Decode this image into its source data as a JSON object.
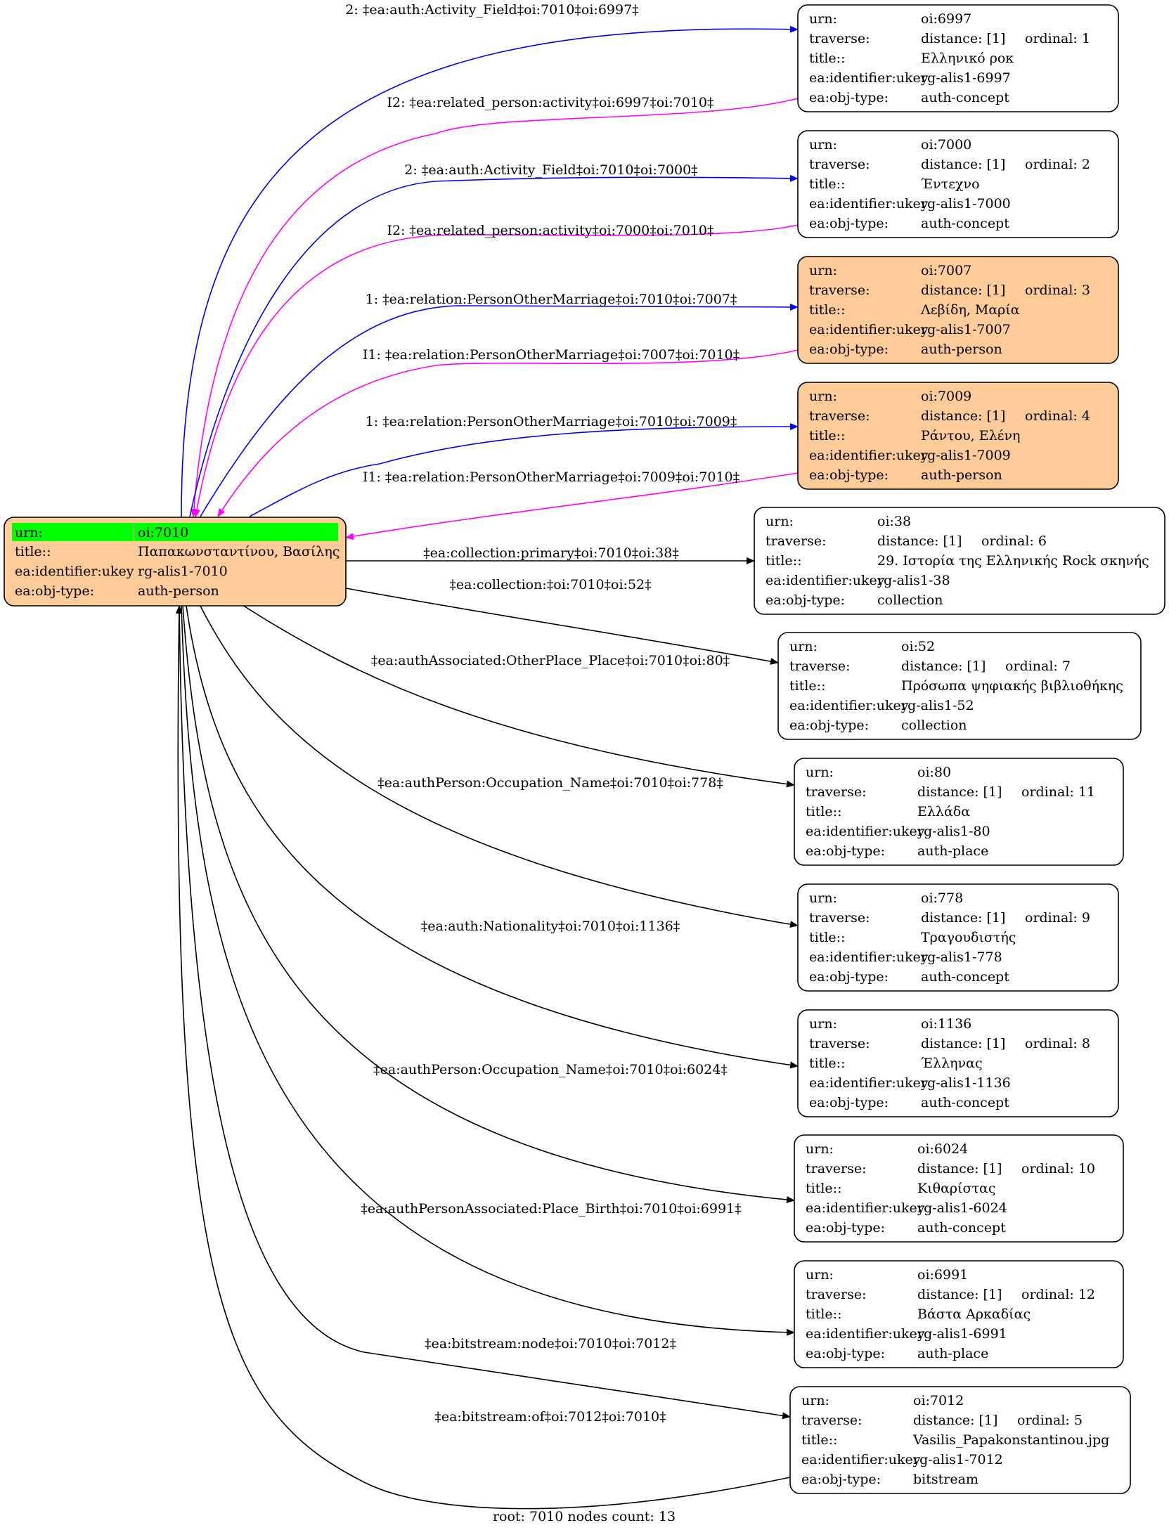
{
  "root": {
    "rows": [
      {
        "key": "urn:",
        "value": "oi:7010"
      },
      {
        "key": "title::",
        "value": "Παπακωνσταντίνου, Βασίλης"
      },
      {
        "key": "ea:identifier:ukey",
        "value": "rg-alis1-7010"
      },
      {
        "key": "ea:obj-type:",
        "value": "auth-person"
      }
    ],
    "fill": "#ffcc99",
    "highlight": "#00ff00"
  },
  "nodes": [
    {
      "id": "oi:6997",
      "distance": "distance: [1]",
      "ordinal": "ordinal: 1",
      "title": "Ελληνικό ροκ",
      "ukey": "rg-alis1-6997",
      "objtype": "auth-concept",
      "fill": "#ffffff"
    },
    {
      "id": "oi:7000",
      "distance": "distance: [1]",
      "ordinal": "ordinal: 2",
      "title": "Έντεχνο",
      "ukey": "rg-alis1-7000",
      "objtype": "auth-concept",
      "fill": "#ffffff"
    },
    {
      "id": "oi:7007",
      "distance": "distance: [1]",
      "ordinal": "ordinal: 3",
      "title": "Λεβίδη, Μαρία",
      "ukey": "rg-alis1-7007",
      "objtype": "auth-person",
      "fill": "#ffcc99"
    },
    {
      "id": "oi:7009",
      "distance": "distance: [1]",
      "ordinal": "ordinal: 4",
      "title": "Ράντου, Ελένη",
      "ukey": "rg-alis1-7009",
      "objtype": "auth-person",
      "fill": "#ffcc99"
    },
    {
      "id": "oi:38",
      "distance": "distance: [1]",
      "ordinal": "ordinal: 6",
      "title": "29. Ιστορία της Ελληνικής Rock σκηνής",
      "ukey": "rg-alis1-38",
      "objtype": "collection",
      "fill": "#ffffff"
    },
    {
      "id": "oi:52",
      "distance": "distance: [1]",
      "ordinal": "ordinal: 7",
      "title": "Πρόσωπα ψηφιακής βιβλιοθήκης",
      "ukey": "rg-alis1-52",
      "objtype": "collection",
      "fill": "#ffffff"
    },
    {
      "id": "oi:80",
      "distance": "distance: [1]",
      "ordinal": "ordinal: 11",
      "title": "Ελλάδα",
      "ukey": "rg-alis1-80",
      "objtype": "auth-place",
      "fill": "#ffffff"
    },
    {
      "id": "oi:778",
      "distance": "distance: [1]",
      "ordinal": "ordinal: 9",
      "title": "Τραγουδιστής",
      "ukey": "rg-alis1-778",
      "objtype": "auth-concept",
      "fill": "#ffffff"
    },
    {
      "id": "oi:1136",
      "distance": "distance: [1]",
      "ordinal": "ordinal: 8",
      "title": "Έλληνας",
      "ukey": "rg-alis1-1136",
      "objtype": "auth-concept",
      "fill": "#ffffff"
    },
    {
      "id": "oi:6024",
      "distance": "distance: [1]",
      "ordinal": "ordinal: 10",
      "title": "Κιθαρίστας",
      "ukey": "rg-alis1-6024",
      "objtype": "auth-concept",
      "fill": "#ffffff"
    },
    {
      "id": "oi:6991",
      "distance": "distance: [1]",
      "ordinal": "ordinal: 12",
      "title": "Βάστα Αρκαδίας",
      "ukey": "rg-alis1-6991",
      "objtype": "auth-place",
      "fill": "#ffffff"
    },
    {
      "id": "oi:7012",
      "distance": "distance: [1]",
      "ordinal": "ordinal: 5",
      "title": "Vasilis_Papakonstantinou.jpg",
      "ukey": "rg-alis1-7012",
      "objtype": "bitstream",
      "fill": "#ffffff"
    }
  ],
  "row_keys": {
    "urn": "urn:",
    "traverse": "traverse:",
    "title": "title::",
    "ukey": "ea:identifier:ukey",
    "objtype": "ea:obj-type:"
  },
  "edge_labels": [
    {
      "text": "2: ‡ea:auth:Activity_Field‡oi:7010‡oi:6997‡",
      "color": "#0000ff"
    },
    {
      "text": "I2: ‡ea:related_person:activity‡oi:6997‡oi:7010‡",
      "color": "#ff00ff"
    },
    {
      "text": "2: ‡ea:auth:Activity_Field‡oi:7010‡oi:7000‡",
      "color": "#0000ff"
    },
    {
      "text": "I2: ‡ea:related_person:activity‡oi:7000‡oi:7010‡",
      "color": "#ff00ff"
    },
    {
      "text": "1: ‡ea:relation:PersonOtherMarriage‡oi:7010‡oi:7007‡",
      "color": "#0000ff"
    },
    {
      "text": "I1: ‡ea:relation:PersonOtherMarriage‡oi:7007‡oi:7010‡",
      "color": "#ff00ff"
    },
    {
      "text": "1: ‡ea:relation:PersonOtherMarriage‡oi:7010‡oi:7009‡",
      "color": "#0000ff"
    },
    {
      "text": "I1: ‡ea:relation:PersonOtherMarriage‡oi:7009‡oi:7010‡",
      "color": "#ff00ff"
    },
    {
      "text": "‡ea:collection:primary‡oi:7010‡oi:38‡",
      "color": "#000000"
    },
    {
      "text": "‡ea:collection:‡oi:7010‡oi:52‡",
      "color": "#000000"
    },
    {
      "text": "‡ea:authAssociated:OtherPlace_Place‡oi:7010‡oi:80‡",
      "color": "#000000"
    },
    {
      "text": "‡ea:authPerson:Occupation_Name‡oi:7010‡oi:778‡",
      "color": "#000000"
    },
    {
      "text": "‡ea:auth:Nationality‡oi:7010‡oi:1136‡",
      "color": "#000000"
    },
    {
      "text": "‡ea:authPerson:Occupation_Name‡oi:7010‡oi:6024‡",
      "color": "#000000"
    },
    {
      "text": "‡ea:authPersonAssociated:Place_Birth‡oi:7010‡oi:6991‡",
      "color": "#000000"
    },
    {
      "text": "‡ea:bitstream:node‡oi:7010‡oi:7012‡",
      "color": "#000000"
    },
    {
      "text": "‡ea:bitstream:of‡oi:7012‡oi:7010‡",
      "color": "#000000"
    }
  ],
  "footer": "root: 7010 nodes count: 13"
}
